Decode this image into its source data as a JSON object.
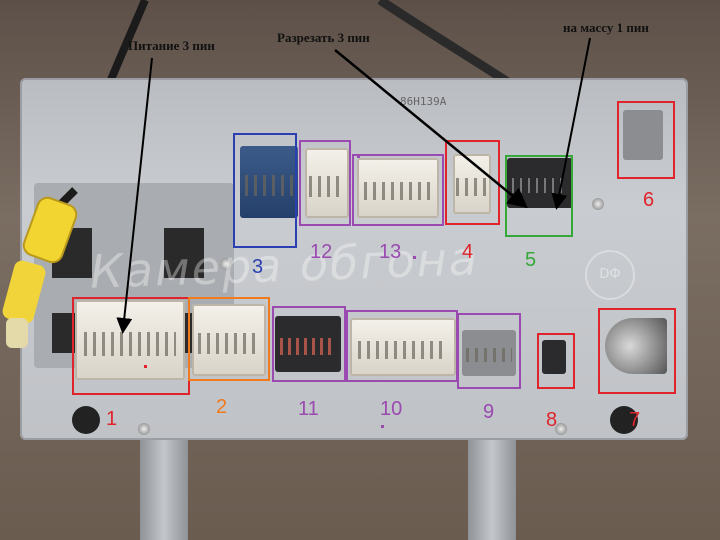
{
  "annotations": {
    "power": "Питание 3 пин",
    "cut": "Разрезать 3 пин",
    "ground": "на массу 1 пин"
  },
  "sticker_text": "86H139A",
  "watermark_text": "Камера обгона",
  "watermark_logo": "DФ",
  "connectors": [
    {
      "num": "1",
      "color": "#e0242b"
    },
    {
      "num": "2",
      "color": "#f07a1e"
    },
    {
      "num": "3",
      "color": "#2b3fb0"
    },
    {
      "num": "4",
      "color": "#e0242b"
    },
    {
      "num": "5",
      "color": "#36a83a"
    },
    {
      "num": "6",
      "color": "#e0242b"
    },
    {
      "num": "7",
      "color": "#e0242b"
    },
    {
      "num": "8",
      "color": "#e0242b"
    },
    {
      "num": "9",
      "color": "#9a4ab0"
    },
    {
      "num": "10",
      "color": "#9a4ab0"
    },
    {
      "num": "11",
      "color": "#9a4ab0"
    },
    {
      "num": "12",
      "color": "#9a4ab0"
    },
    {
      "num": "13",
      "color": "#9a4ab0"
    }
  ],
  "colors": {
    "arrow": "#000000",
    "cable_yellow": "#f2d531",
    "cable_black": "#1b1b1b"
  }
}
